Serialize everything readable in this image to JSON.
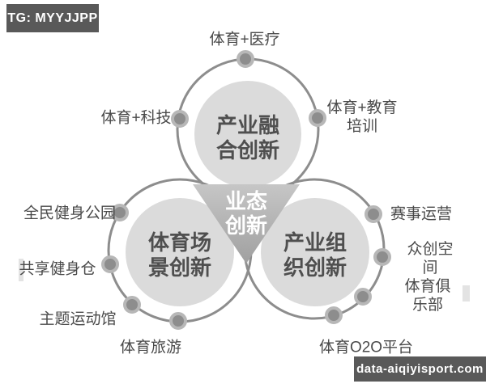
{
  "watermarks": {
    "top_left": "TG: MYYJJPP",
    "bottom_right": "data-aiqiyisport.com"
  },
  "diagram": {
    "center": {
      "label": "业态\n创新"
    },
    "circles": [
      {
        "id": "industry-integration",
        "label": "产业融\n合创新"
      },
      {
        "id": "sports-scene",
        "label": "体育场\n景创新"
      },
      {
        "id": "industry-organization",
        "label": "产业组\n织创新"
      }
    ],
    "satellites": [
      {
        "id": "sports-medical",
        "label": "体育+医疗"
      },
      {
        "id": "sports-tech",
        "label": "体育+科技"
      },
      {
        "id": "sports-education",
        "label": "体育+教育\n培训"
      },
      {
        "id": "fitness-park",
        "label": "全民健身公园"
      },
      {
        "id": "shared-gym",
        "label": "共享健身仓"
      },
      {
        "id": "theme-stadium",
        "label": "主题运动馆"
      },
      {
        "id": "sports-tourism",
        "label": "体育旅游"
      },
      {
        "id": "event-operation",
        "label": "赛事运营"
      },
      {
        "id": "maker-space",
        "label": "众创空间"
      },
      {
        "id": "sports-club",
        "label": "体育俱乐部"
      },
      {
        "id": "sports-o2o",
        "label": "体育O2O平台"
      }
    ]
  },
  "colors": {
    "ring_stroke": "#8d8d8d",
    "inner_circle_fill": "#dbdbdb",
    "dot_fill": "#8d8d8d",
    "dot_halo": "#b7b7b7",
    "triangle_top": "#c6c6c6",
    "triangle_bottom": "#a0a0a0",
    "badge_background": "#595959",
    "label_text": "#4a4a4a"
  }
}
